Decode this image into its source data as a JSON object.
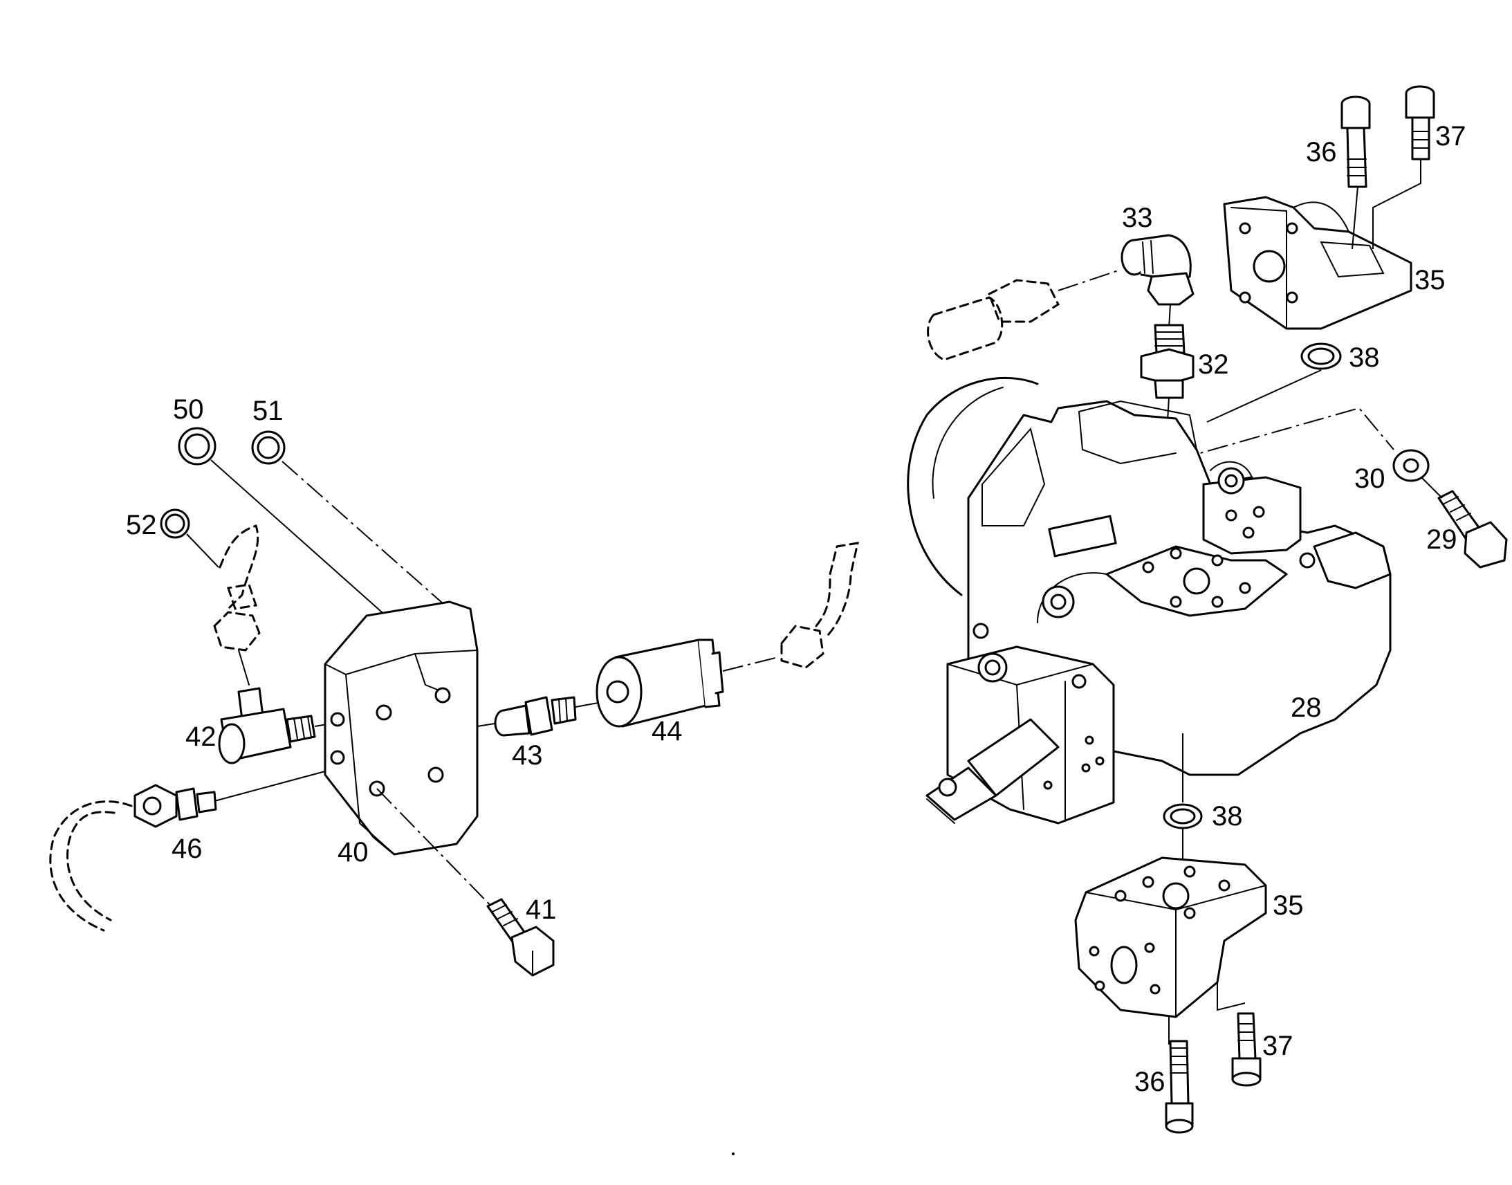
{
  "diagram": {
    "line_color": "#000000",
    "background_color": "#ffffff",
    "callouts": [
      {
        "id": "50",
        "label": "50"
      },
      {
        "id": "51",
        "label": "51"
      },
      {
        "id": "52",
        "label": "52"
      },
      {
        "id": "42",
        "label": "42"
      },
      {
        "id": "43",
        "label": "43"
      },
      {
        "id": "44",
        "label": "44"
      },
      {
        "id": "46",
        "label": "46"
      },
      {
        "id": "40",
        "label": "40"
      },
      {
        "id": "41",
        "label": "41"
      },
      {
        "id": "33",
        "label": "33"
      },
      {
        "id": "32",
        "label": "32"
      },
      {
        "id": "36a",
        "label": "36"
      },
      {
        "id": "37a",
        "label": "37"
      },
      {
        "id": "35a",
        "label": "35"
      },
      {
        "id": "38a",
        "label": "38"
      },
      {
        "id": "30",
        "label": "30"
      },
      {
        "id": "29",
        "label": "29"
      },
      {
        "id": "28",
        "label": "28"
      },
      {
        "id": "38b",
        "label": "38"
      },
      {
        "id": "35b",
        "label": "35"
      },
      {
        "id": "37b",
        "label": "37"
      },
      {
        "id": "36b",
        "label": "36"
      }
    ]
  }
}
